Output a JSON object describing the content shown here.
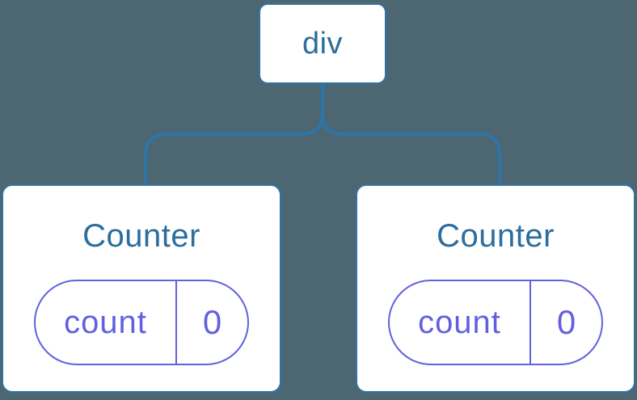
{
  "tree": {
    "root_label": "div",
    "children": [
      {
        "name": "Counter",
        "state_key": "count",
        "state_value": "0"
      },
      {
        "name": "Counter",
        "state_key": "count",
        "state_value": "0"
      }
    ]
  },
  "colors": {
    "background": "#4C6772",
    "node_border_blue": "#3074A4",
    "node_text_blue": "#2C6D9E",
    "state_purple": "#6161E0",
    "card_background": "#FFFFFF"
  }
}
